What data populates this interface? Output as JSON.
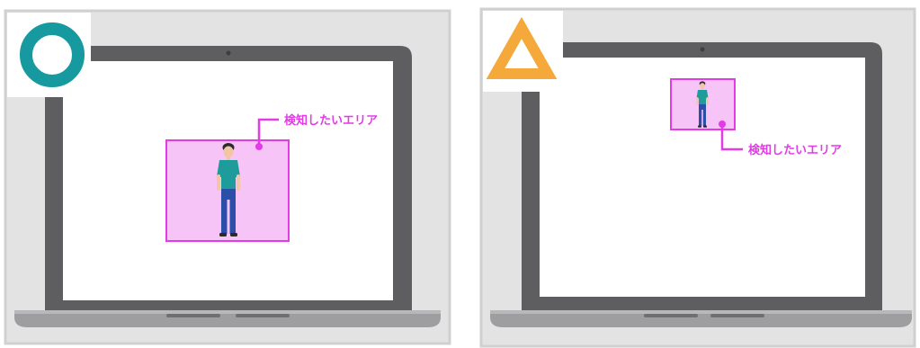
{
  "panels": [
    {
      "id": "good",
      "mark": "circle",
      "mark_color": "#169AA0",
      "area_label": "検知したいエリア"
    },
    {
      "id": "fair",
      "mark": "triangle",
      "mark_color": "#F5A93A",
      "area_label": "検知したいエリア"
    }
  ],
  "colors": {
    "panel_bg": "#E3E3E3",
    "laptop_body": "#5E5E60",
    "laptop_base": "#9E9EA0",
    "screen": "#FFFFFF",
    "detection_fill": "#F7C4F8",
    "detection_stroke": "#E33BE6",
    "person_shirt": "#1E9C9C",
    "person_pants": "#2B4FA8",
    "person_skin": "#F2C6A5",
    "person_hair": "#2B2B2B"
  }
}
